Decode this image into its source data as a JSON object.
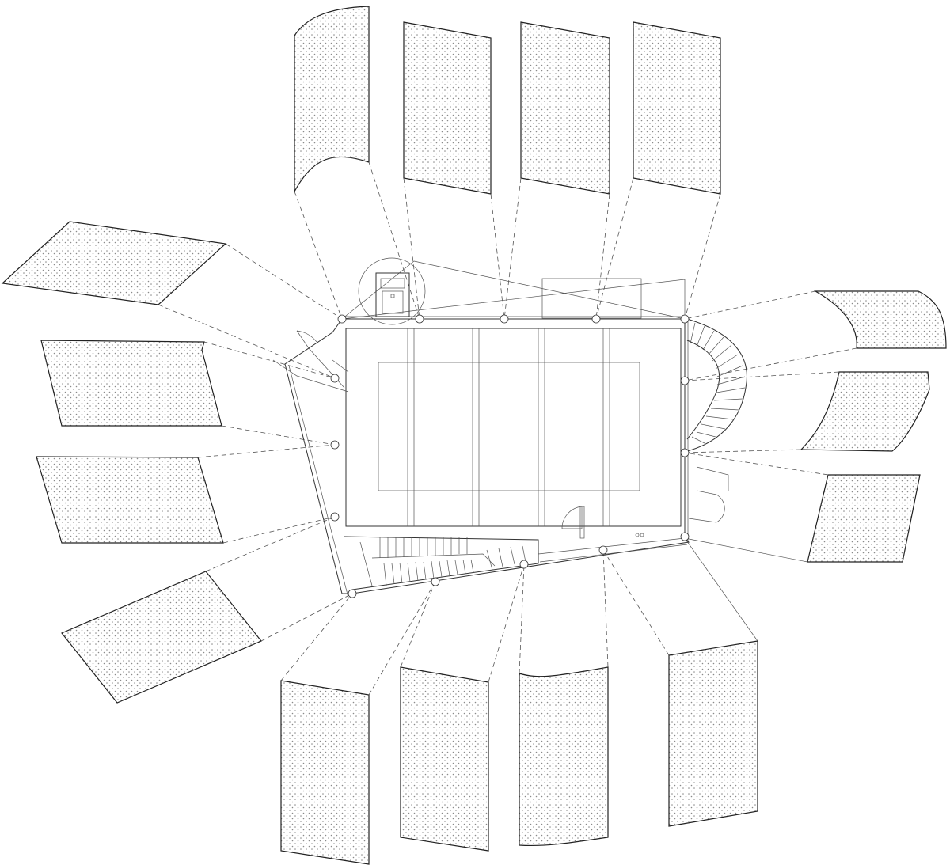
{
  "drawing": {
    "kind": "architectural plan with exploded facade panels",
    "colors": {
      "line": "#222222",
      "leader": "#555555",
      "dot": "#8a8a8a",
      "background": "#ffffff"
    },
    "panel_count": 15,
    "column_count": 14,
    "icons": [
      "column-marker-icon",
      "door-swing-icon",
      "stair-icon"
    ]
  }
}
